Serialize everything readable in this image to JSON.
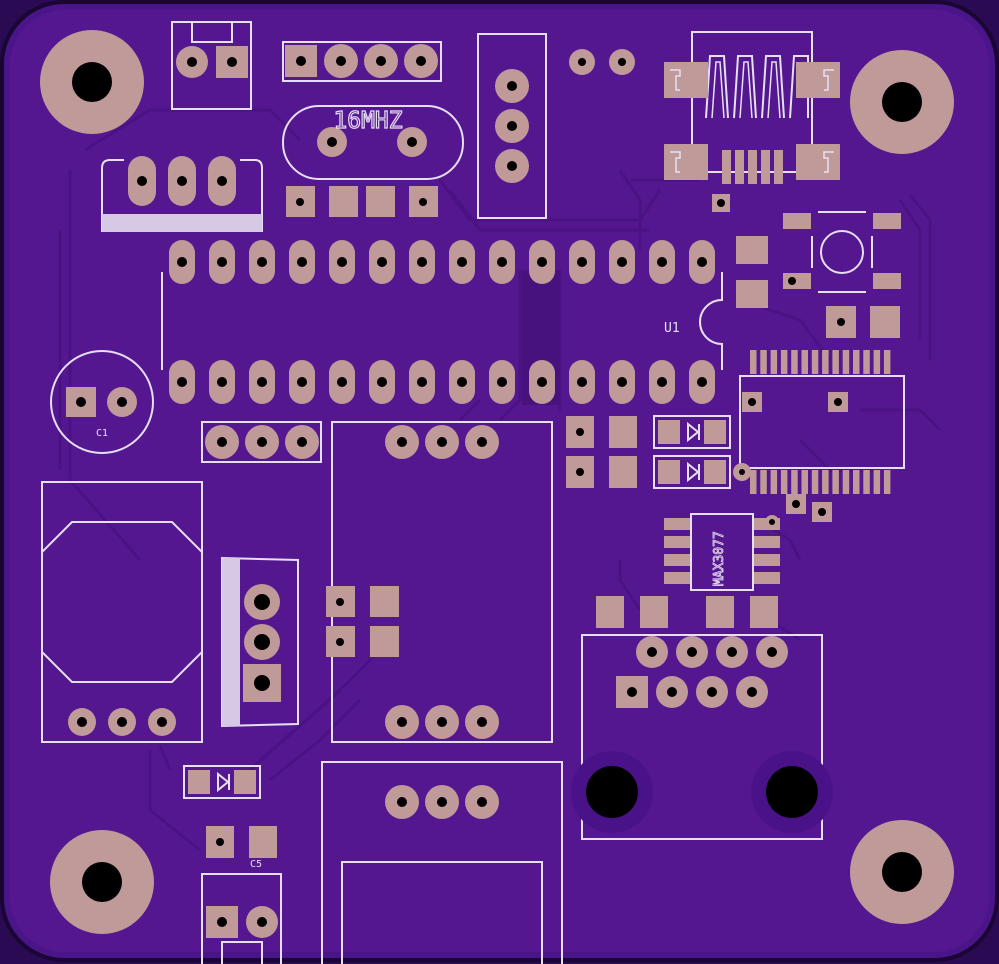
{
  "board": {
    "colors": {
      "background": "#2a0a52",
      "substrate": "#4a1589",
      "copper": "#55178f",
      "trace": "#4c1486",
      "pad": "#c09a98",
      "silk": "#e6dff2",
      "drill": "#000000"
    }
  },
  "labels": {
    "crystal": "16MHZ",
    "mcu": "U1",
    "capacitor_1": "C1",
    "capacitor_5": "C5",
    "rs485": "MAX3077"
  }
}
